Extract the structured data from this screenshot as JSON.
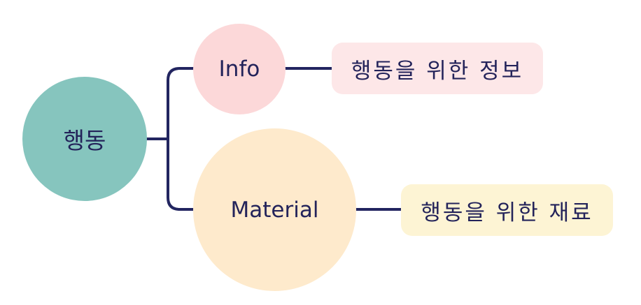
{
  "root": {
    "label": "행동",
    "color": "#86c5be"
  },
  "branches": [
    {
      "label": "Info",
      "color": "#fcd8d9",
      "detail": {
        "label": "행동을 위한 정보",
        "color": "#fde7e8"
      }
    },
    {
      "label": "Material",
      "color": "#feeacc",
      "detail": {
        "label": "행동을 위한 재료",
        "color": "#fdf4d4"
      }
    }
  ],
  "connector_color": "#222560"
}
